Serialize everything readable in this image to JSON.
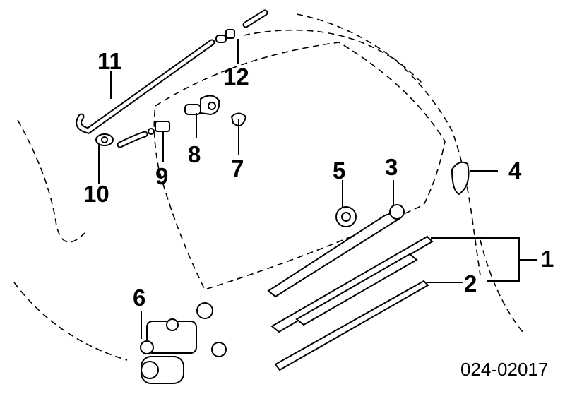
{
  "callouts": {
    "c1": "1",
    "c2": "2",
    "c3": "3",
    "c4": "4",
    "c5": "5",
    "c6": "6",
    "c7": "7",
    "c8": "8",
    "c9": "9",
    "c10": "10",
    "c11": "11",
    "c12": "12"
  },
  "diagram_code": "024-02017"
}
